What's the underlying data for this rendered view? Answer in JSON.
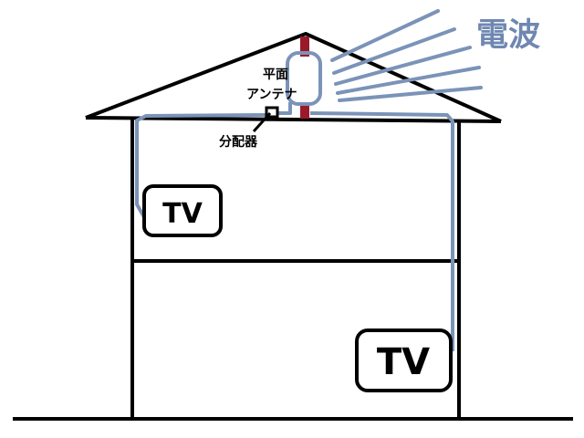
{
  "labels": {
    "waves": "電波",
    "antenna_line1": "平面",
    "antenna_line2": "アンテナ",
    "splitter": "分配器",
    "tv_upper": "TV",
    "tv_lower": "TV"
  },
  "colors": {
    "outline": "#000000",
    "cable": "#7b93b8",
    "waves_text": "#6f87b1",
    "mast": "#9a1a2a",
    "background": "#ffffff"
  }
}
